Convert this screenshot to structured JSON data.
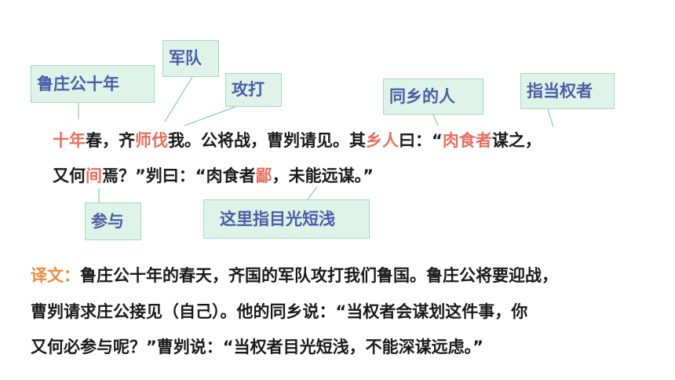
{
  "annotations": {
    "lu_zhuang_gong": "鲁庄公十年",
    "jun_dui": "军队",
    "gong_da": "攻打",
    "tong_xiang": "同乡的人",
    "zhi_dang_quan": "指当权者",
    "can_yu": "参与",
    "mu_guang": "这里指目光短浅"
  },
  "original": {
    "line1": {
      "p1": "十年",
      "p2": "春，齐",
      "p3": "师",
      "p4": "伐",
      "p5": "我。公将战，曹刿请见。其",
      "p6": "乡人",
      "p7": "曰：“",
      "p8": "肉食者",
      "p9": "谋之，"
    },
    "line2": {
      "p1": "又何",
      "p2": "间",
      "p3": "焉？”刿曰：“肉食者",
      "p4": "鄙",
      "p5": "，未能远谋。”"
    }
  },
  "translation": {
    "label": "译文：",
    "line1": "鲁庄公十年的春天，齐国的军队攻打我们鲁国。鲁庄公将要迎战，",
    "line2": "曹刿请求庄公接见（自己）。他的同乡说：“当权者会谋划这件事，你",
    "line3": "又何必参与呢？”曹刿说：“当权者目光短浅，不能深谋远虑。”"
  },
  "colors": {
    "highlight": "#e66f5e",
    "label": "#f08a3c",
    "box_bg": "#dff3e8",
    "box_text": "#4a5ea8",
    "connector": "#7fcfb0"
  }
}
